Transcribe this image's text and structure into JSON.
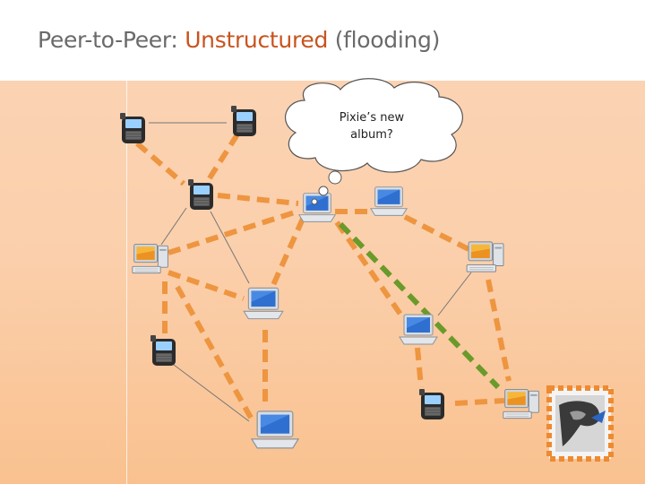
{
  "slide": {
    "title_prefix": "Peer-to-Peer: ",
    "title_accent": "Unstructured",
    "title_suffix": " (flooding)"
  },
  "query_bubble": {
    "line1": "Pixie’s new",
    "line2": "album?"
  },
  "colors": {
    "title_text": "#6a6a6a",
    "title_accent": "#c8541e",
    "flood_link": "#ee9540",
    "found_path": "#6a9a2a",
    "passive_link": "#777777",
    "target_frame": "#ee8a30"
  }
}
